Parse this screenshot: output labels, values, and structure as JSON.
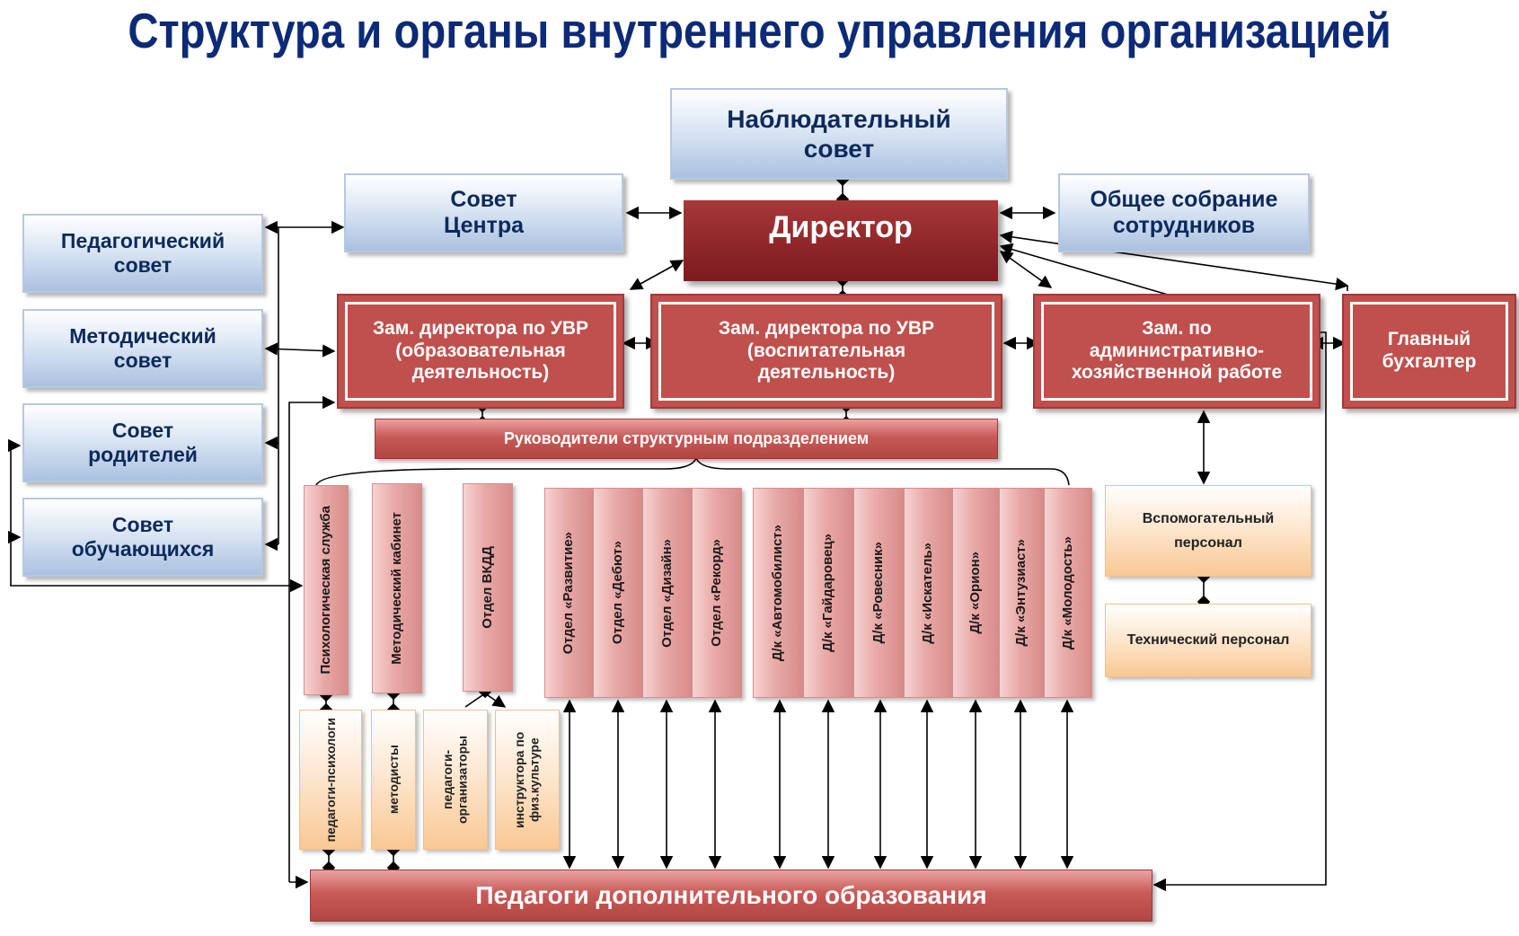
{
  "title": "Структура и органы внутреннего управления организацией",
  "nodes": {
    "supervisory_board": "Наблюдательный совет",
    "center_council": "Совет Центра",
    "director": "Директор",
    "general_meeting": "Общее собрание сотрудников",
    "pedagogical_council": "Педагогический совет",
    "methodical_council": "Методический совет",
    "parents_council": "Совет родителей",
    "students_council": "Совет обучающихся",
    "deputy_uvr_edu": "Зам. директора по УВР (образовательная деятельность)",
    "deputy_uvr_upbringing": "Зам. директора по УВР (воспитательная деятельность)",
    "deputy_admin": "Зам. по административно-хозяйственной работе",
    "chief_accountant": "Главный бухгалтер",
    "unit_heads": "Руководители структурным подразделением",
    "auxiliary_staff": "Вспомогательный персонал",
    "technical_staff": "Технический персонал",
    "additional_ed_teachers": "Педагоги дополнительного образования"
  },
  "departments": [
    "Психологическая служба",
    "Методический кабинет",
    "Отдел ВКДД",
    "Отдел «Развитие»",
    "Отдел «Дебют»",
    "Отдел «Дизайн»",
    "Отдел «Рекорд»",
    "Д/к «Автомобилист»",
    "Д/к «Гайдаровец»",
    "Д/к «Ровесник»",
    "Д/к «Искатель»",
    "Д/к «Орион»",
    "Д/к «Энтузиаст»",
    "Д/к «Молодость»"
  ],
  "staff": [
    "педагоги-психологи",
    "методисты",
    "педагоги-организаторы",
    "инструктора по физ.культуре"
  ],
  "colors": {
    "title": "#0d2a78",
    "blue_box": "#aac1e0",
    "red_box": "#c0504d",
    "director": "#8d2528",
    "orange_box": "#f9c894"
  }
}
